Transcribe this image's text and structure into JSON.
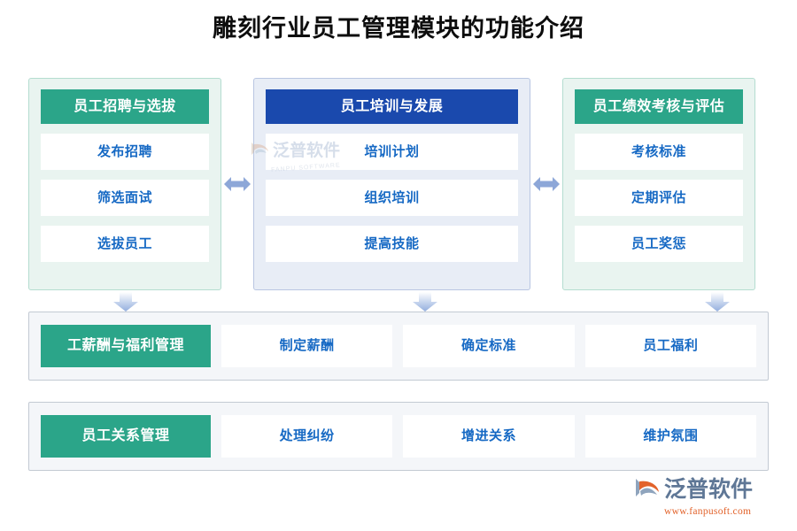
{
  "page": {
    "title": "雕刻行业员工管理模块的功能介绍"
  },
  "columns": [
    {
      "key": "recruitment",
      "header": "员工招聘与选拔",
      "accent": "#2ba589",
      "style": "green",
      "items": [
        "发布招聘",
        "筛选面试",
        "选拔员工"
      ]
    },
    {
      "key": "training",
      "header": "员工培训与发展",
      "accent": "#1a49ad",
      "style": "blue",
      "items": [
        "培训计划",
        "组织培训",
        "提高技能"
      ]
    },
    {
      "key": "performance",
      "header": "员工绩效考核与评估",
      "accent": "#2ba589",
      "style": "green",
      "items": [
        "考核标准",
        "定期评估",
        "员工奖惩"
      ]
    }
  ],
  "wide_rows": [
    {
      "key": "salary",
      "header": "工薪酬与福利管理",
      "accent": "#2ba589",
      "items": [
        "制定薪酬",
        "确定标准",
        "员工福利"
      ]
    },
    {
      "key": "relation",
      "header": "员工关系管理",
      "accent": "#2ba589",
      "items": [
        "处理纠纷",
        "增进关系",
        "维护氛围"
      ]
    }
  ],
  "connectors": {
    "horizontal_arrow_icon": "double-arrow-horizontal-icon",
    "down_arrow_icon": "arrow-down-icon",
    "horizontal_arrow_color": "#8da7d8",
    "down_arrow_color": "#8da7d8"
  },
  "watermark": {
    "brand": "泛普软件",
    "subtitle": "FANPU SOFTWARE",
    "logo_icon": "fanpu-logo-icon"
  },
  "logo": {
    "brand": "泛普软件",
    "url": "www.fanpusoft.com",
    "logo_icon": "fanpu-logo-icon",
    "brand_color": "#5f7796",
    "url_color": "#e2622a"
  }
}
